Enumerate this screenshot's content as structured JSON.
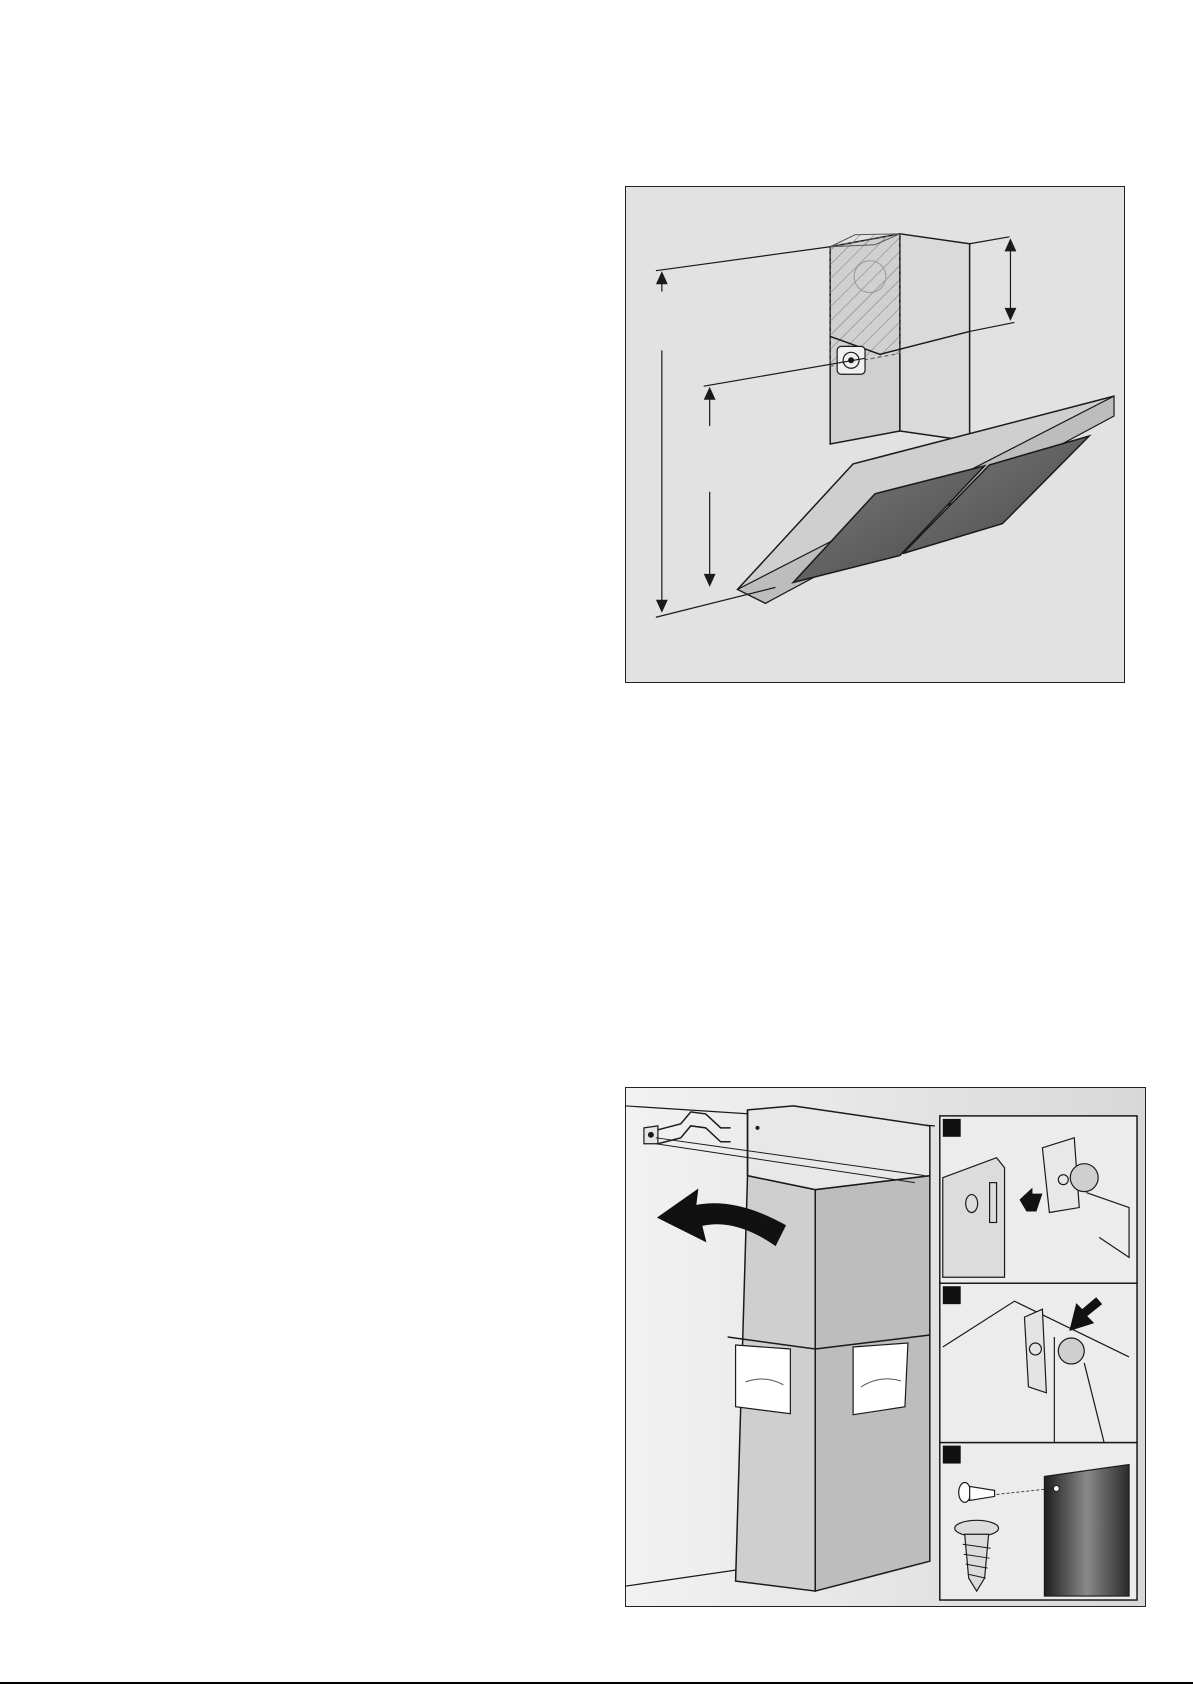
{
  "colors": {
    "panel_background": "#e2e2e2",
    "line": "#1a1a1a",
    "hood_glass": "#5a5a5a",
    "steel": "#d4d4d4"
  },
  "figures": [
    {
      "name": "hood-dimensions-figure"
    },
    {
      "name": "chimney-mounting-figure",
      "insets": [
        {
          "name": "step-1-hook-chimney"
        },
        {
          "name": "step-2-engage-bracket"
        },
        {
          "name": "step-3-fix-screw"
        }
      ]
    }
  ]
}
